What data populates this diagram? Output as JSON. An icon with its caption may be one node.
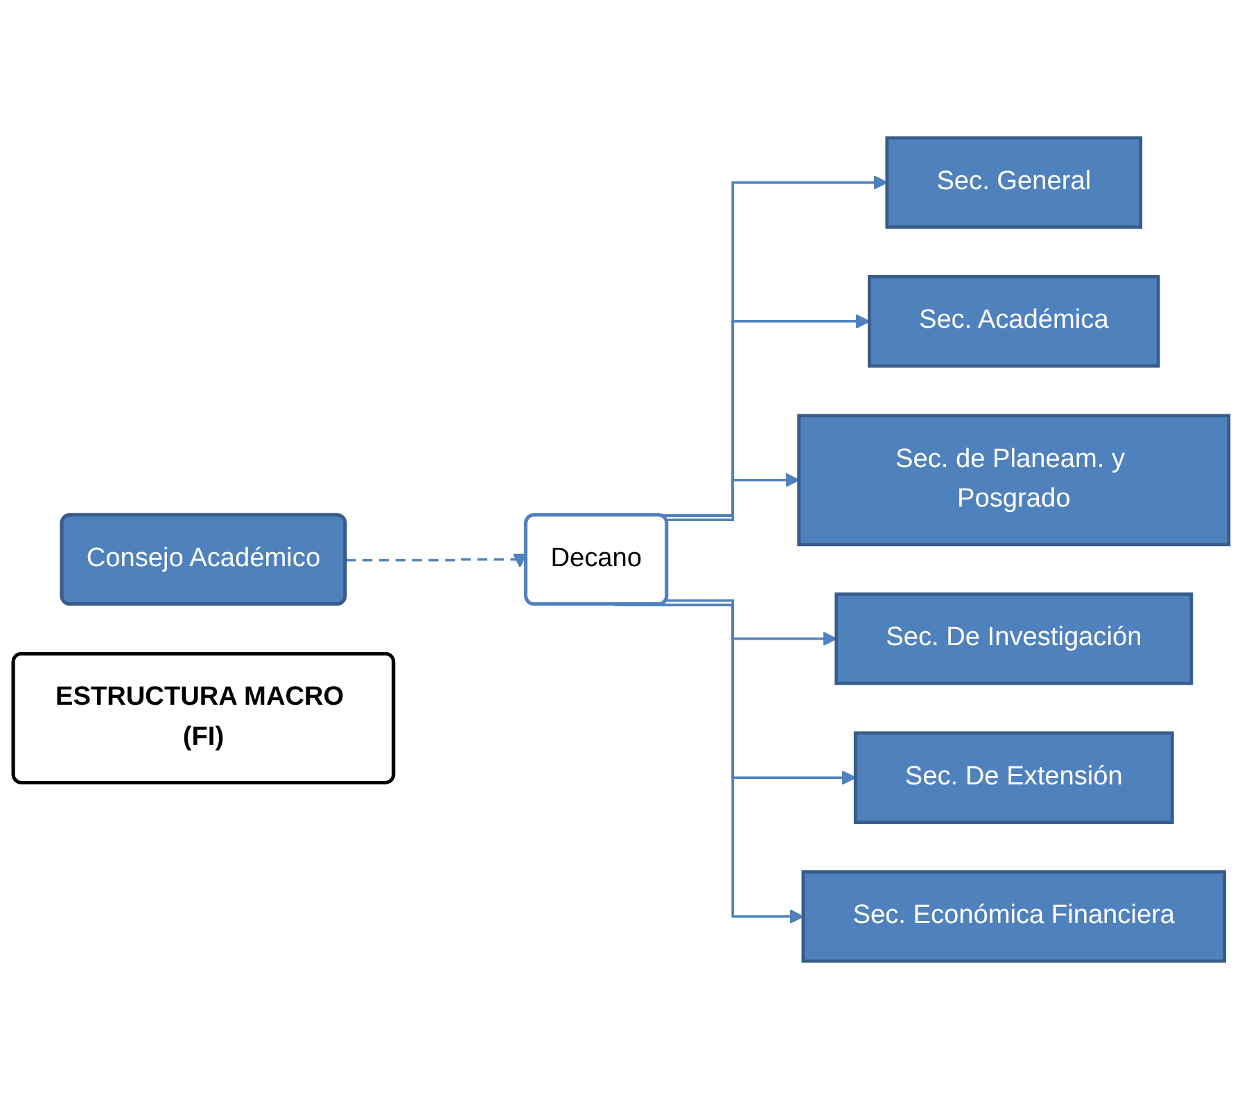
{
  "diagram": {
    "nodes": [
      {
        "text": [
          "Consejo Académico"
        ]
      },
      {
        "text": [
          "Decano"
        ]
      },
      {
        "text": [
          "ESTRUCTURA MACRO (FI)"
        ]
      },
      {
        "text": [
          "Sec. General"
        ]
      },
      {
        "text": [
          "Sec. Académica"
        ]
      },
      {
        "text": [
          "Sec. de Planeam. y Posgrado"
        ]
      },
      {
        "text": [
          "Sec. De Investigación"
        ]
      },
      {
        "text": [
          "Sec. De Extensión"
        ]
      },
      {
        "text": [
          "Sec. Económica Financiera"
        ]
      }
    ],
    "edges": [
      {
        "from": 0,
        "to": 1,
        "arrow": "to",
        "style": "dashed"
      },
      {
        "from": 1,
        "to": 3,
        "arrow": "to"
      },
      {
        "from": 1,
        "to": 4,
        "arrow": "to"
      },
      {
        "from": 1,
        "to": 5,
        "arrow": "to"
      },
      {
        "from": 1,
        "to": 6,
        "arrow": "to"
      },
      {
        "from": 1,
        "to": 7,
        "arrow": "to"
      },
      {
        "from": 1,
        "to": 8,
        "arrow": "to"
      }
    ]
  }
}
